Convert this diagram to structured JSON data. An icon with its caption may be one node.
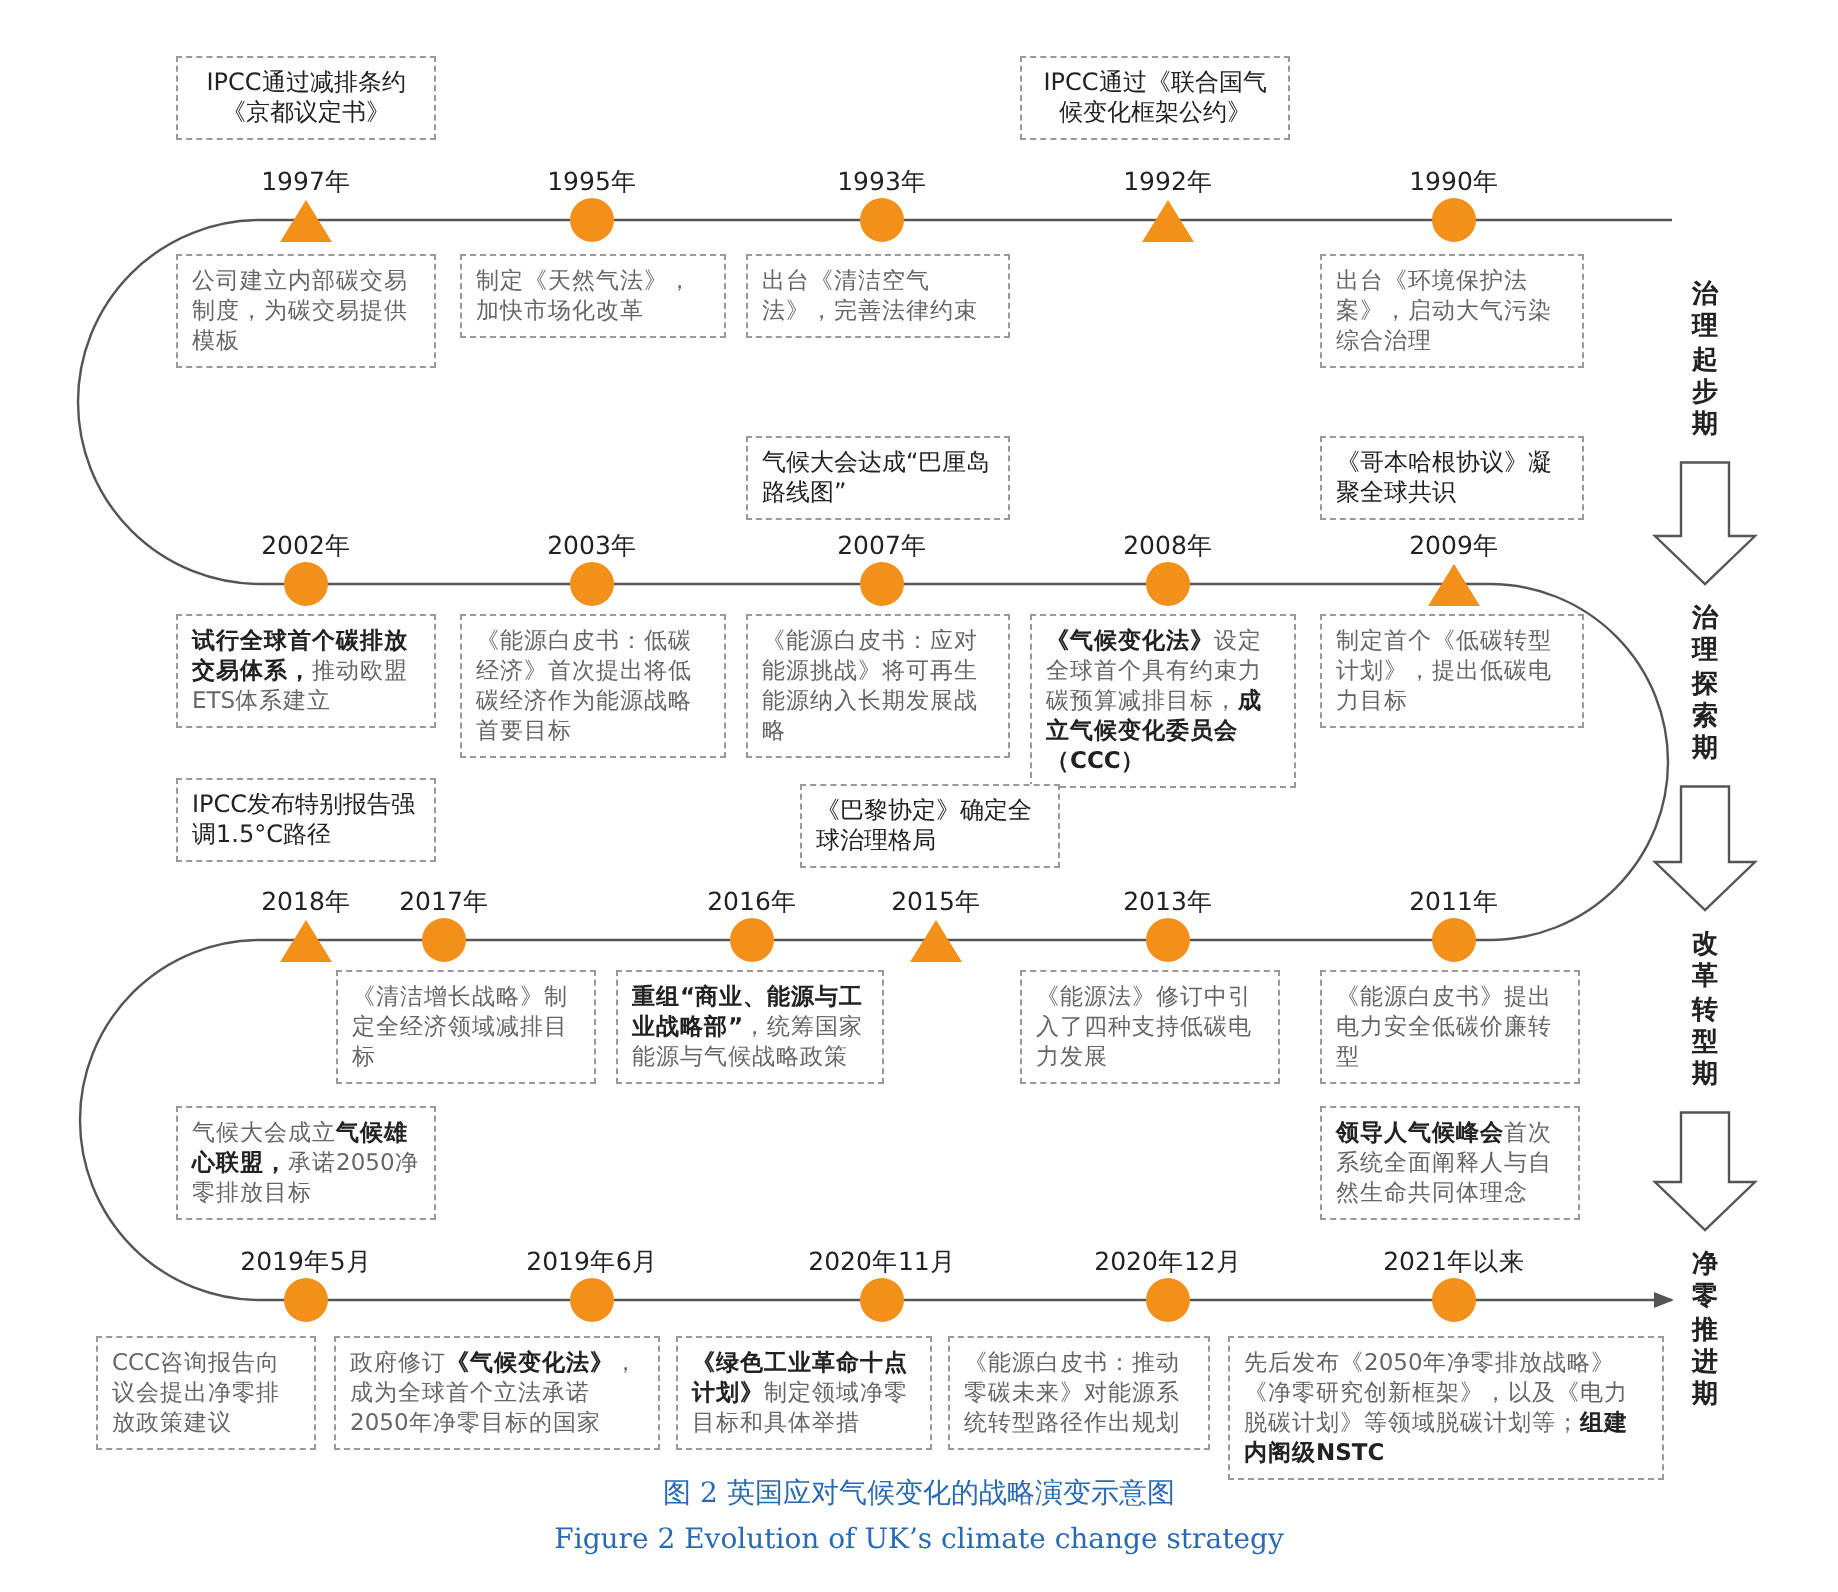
{
  "diagram": {
    "caption": "图 2 英国应对气候变化的战略演变示意图",
    "nodes": [
      {
        "text": [
          "IPCC通过减排条约《京都议定书》"
        ]
      },
      {
        "text": [
          "IPCC通过《联合国气候变化框架公约》"
        ]
      },
      {
        "text": [],
        "shape": "triangle",
        "beside": [
          "1997年"
        ]
      },
      {
        "text": [],
        "shape": "circle",
        "beside": [
          "1995年"
        ]
      },
      {
        "text": [],
        "shape": "circle",
        "beside": [
          "1993年"
        ]
      },
      {
        "text": [],
        "shape": "triangle",
        "beside": [
          "1992年"
        ]
      },
      {
        "text": [],
        "shape": "circle",
        "beside": [
          "1990年"
        ]
      },
      {
        "text": [
          "公司建立内部碳交易制度，为碳交易提供模板"
        ]
      },
      {
        "text": [
          "制定《天然气法》，加快市场化改革"
        ]
      },
      {
        "text": [
          "出台《清洁空气法》，完善法律约束"
        ]
      },
      {
        "text": [
          "出台《环境保护法案》，启动大气污染综合治理"
        ]
      },
      {
        "text": [
          "治理起步期"
        ]
      },
      {
        "text": [
          "气候大会达成“巴厘岛路线图”"
        ]
      },
      {
        "text": [
          "《哥本哈根协议》凝聚全球共识"
        ]
      },
      {
        "text": [],
        "shape": "circle",
        "beside": [
          "2002年"
        ]
      },
      {
        "text": [],
        "shape": "circle",
        "beside": [
          "2003年"
        ]
      },
      {
        "text": [],
        "shape": "circle",
        "beside": [
          "2007年"
        ]
      },
      {
        "text": [],
        "shape": "circle",
        "beside": [
          "2008年"
        ]
      },
      {
        "text": [],
        "shape": "triangle",
        "beside": [
          "2009年"
        ]
      },
      {
        "text": [
          "**试行全球首个碳排放交易体系，**推动欧盟ETS体系建立"
        ]
      },
      {
        "text": [
          "《能源白皮书：低碳经济》首次提出将低碳经济作为能源战略首要目标"
        ]
      },
      {
        "text": [
          "《能源白皮书：应对能源挑战》将可再生能源纳入长期发展战略"
        ]
      },
      {
        "text": [
          "**《气候变化法》**设定全球首个具有约束力碳预算减排目标，**成立气候变化委员会（CCC）**"
        ]
      },
      {
        "text": [
          "制定首个《低碳转型计划》，提出低碳电力目标"
        ]
      },
      {
        "text": [
          "治理探索期"
        ]
      },
      {
        "text": [
          "IPCC发布特别报告强调1.5°C路径"
        ]
      },
      {
        "text": [
          "《巴黎协定》确定全球治理格局"
        ]
      },
      {
        "text": [],
        "shape": "triangle",
        "beside": [
          "2018年"
        ]
      },
      {
        "text": [],
        "shape": "circle",
        "beside": [
          "2017年"
        ]
      },
      {
        "text": [],
        "shape": "circle",
        "beside": [
          "2016年"
        ]
      },
      {
        "text": [],
        "shape": "triangle",
        "beside": [
          "2015年"
        ]
      },
      {
        "text": [],
        "shape": "circle",
        "beside": [
          "2013年"
        ]
      },
      {
        "text": [],
        "shape": "circle",
        "beside": [
          "2011年"
        ]
      },
      {
        "text": [
          "《清洁增长战略》制定全经济领域减排目标"
        ]
      },
      {
        "text": [
          "**重组“商业、能源与工业战略部”**，统筹国家能源与气候战略政策"
        ]
      },
      {
        "text": [
          "《能源法》修订中引入了四种支持低碳电力发展"
        ]
      },
      {
        "text": [
          "《能源白皮书》提出电力安全低碳价廉转型"
        ]
      },
      {
        "text": [
          "改革转型期"
        ]
      },
      {
        "text": [
          "气候大会成立**气候雄心联盟，**承诺2050净零排放目标"
        ]
      },
      {
        "text": [
          "**领导人气候峰会**首次系统全面阐释人与自然生命共同体理念"
        ]
      },
      {
        "text": [],
        "shape": "circle",
        "beside": [
          "2019年5月"
        ]
      },
      {
        "text": [],
        "shape": "circle",
        "beside": [
          "2019年6月"
        ]
      },
      {
        "text": [],
        "shape": "circle",
        "beside": [
          "2020年11月"
        ]
      },
      {
        "text": [],
        "shape": "circle",
        "beside": [
          "2020年12月"
        ]
      },
      {
        "text": [],
        "shape": "circle",
        "beside": [
          "2021年以来"
        ]
      },
      {
        "text": [
          "CCC咨询报告向议会提出净零排放政策建议"
        ]
      },
      {
        "text": [
          "政府修订**《气候变化法》**，成为全球首个立法承诺2050年净零目标的国家"
        ]
      },
      {
        "text": [
          "**《绿色工业革命十点计划》**制定领域净零目标和具体举措"
        ]
      },
      {
        "text": [
          "《能源白皮书：推动零碳未来》对能源系统转型路径作出规划"
        ]
      },
      {
        "text": [
          "先后发布《2050年净零排放战略》《净零研究创新框架》，以及《电力脱碳计划》等领域脱碳计划等；**组建内阁级NSTC**"
        ]
      },
      {
        "text": [
          "净零推进期"
        ]
      }
    ],
    "edges": [
      {
        "from": 11,
        "to": 24,
        "arrow": "to"
      },
      {
        "from": 24,
        "to": 37,
        "arrow": "to"
      },
      {
        "from": 37,
        "to": 50,
        "arrow": "to"
      }
    ],
    "labels": [
      "Figure 2 Evolution of UK’s climate change strategy"
    ]
  }
}
